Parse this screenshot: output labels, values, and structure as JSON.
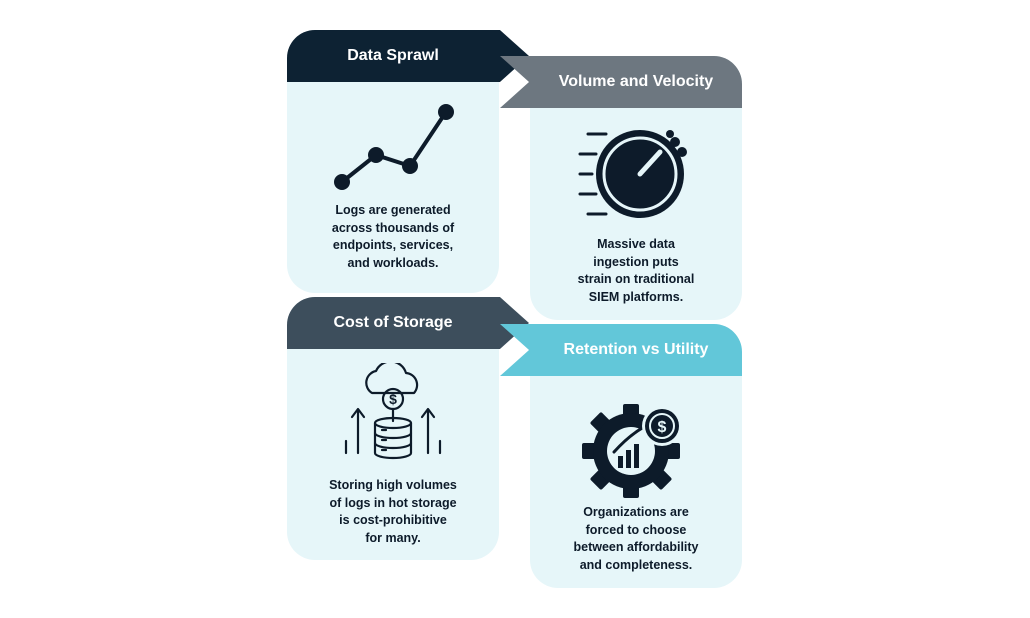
{
  "colors": {
    "card_bg": "#e6f6f9",
    "data_sprawl": "#0d2233",
    "volume_velocity": "#6d7780",
    "cost_storage": "#3d4e5c",
    "retention_utility": "#62c7d9",
    "ink": "#0d1b2a"
  },
  "cards": [
    {
      "title": "Data Sprawl",
      "icon": "line-chart-icon",
      "lines": [
        "Logs are generated",
        "across thousands of",
        "endpoints, services,",
        "and workloads."
      ]
    },
    {
      "title": "Volume and Velocity",
      "icon": "speedometer-icon",
      "lines": [
        "Massive data",
        "ingestion puts",
        "strain on traditional",
        "SIEM platforms."
      ]
    },
    {
      "title": "Cost of Storage",
      "icon": "cloud-storage-cost-icon",
      "lines": [
        "Storing high volumes",
        "of logs in hot storage",
        "is cost-prohibitive",
        "for many."
      ]
    },
    {
      "title": "Retention vs Utility",
      "icon": "gear-dollar-chart-icon",
      "lines": [
        "Organizations are",
        "forced to choose",
        "between affordability",
        "and completeness."
      ]
    }
  ]
}
